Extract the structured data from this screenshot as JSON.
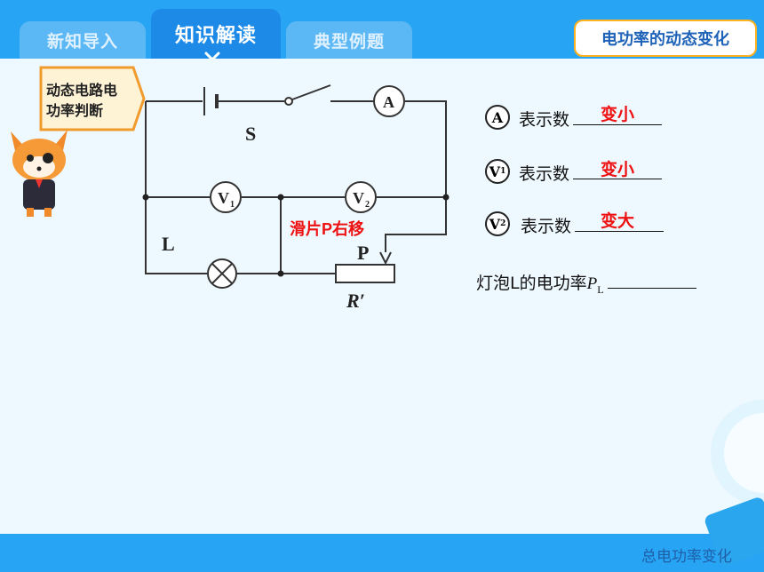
{
  "tabs": [
    {
      "label": "新知导入",
      "active": false
    },
    {
      "label": "知识解读",
      "active": true
    },
    {
      "label": "典型例题",
      "active": false
    }
  ],
  "topic": "电功率的动态变化",
  "callout": {
    "line1": "动态电路电",
    "line2": "功率判断"
  },
  "circuit": {
    "switch_label": "S",
    "lamp_label": "L",
    "slider_label": "P",
    "rheostat_label": "R′",
    "ammeter": "A",
    "v1": "V",
    "v2": "V",
    "note": "滑片P右移"
  },
  "questions": [
    {
      "meter": "A",
      "sub": "",
      "text": "表示数",
      "answer": "变小"
    },
    {
      "meter": "V",
      "sub": "1",
      "text": "表示数",
      "answer": "变小"
    },
    {
      "meter": "V",
      "sub": "2",
      "text": "表示数",
      "answer": "变大"
    }
  ],
  "power_question": {
    "text": "灯泡L的电功率",
    "symbol": "P",
    "sub": "L"
  },
  "footer": "总电功率变化",
  "colors": {
    "accent": "#1d8ae8",
    "answer": "#e11111",
    "topic_border": "#ffb21e"
  }
}
